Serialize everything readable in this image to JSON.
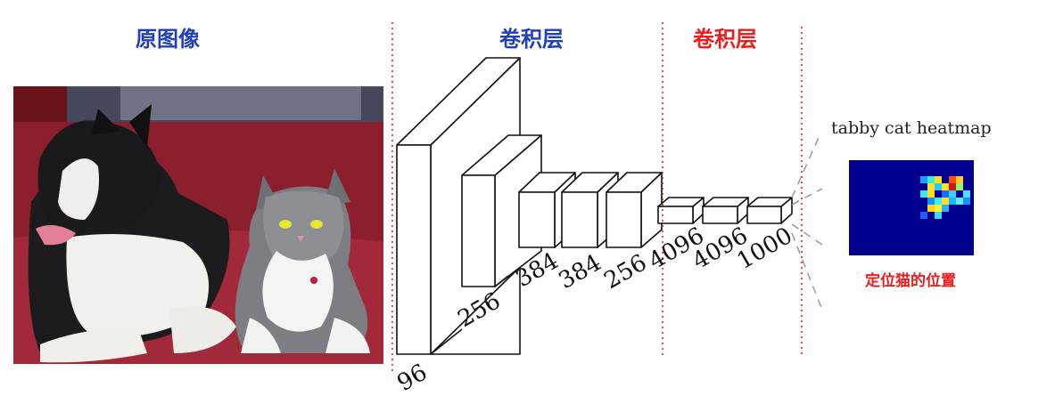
{
  "labels": {
    "original_image": "原图像",
    "conv_layers_1": "卷积层",
    "conv_layers_2": "卷积层",
    "heatmap_title": "tabby cat heatmap",
    "heatmap_caption": "定位猫的位置"
  },
  "layer_dims": [
    "96",
    "256",
    "384",
    "384",
    "256",
    "4096",
    "4096",
    "1000"
  ],
  "colors": {
    "blue_label": "#1f3fbf",
    "red_label": "#ee1c1c",
    "divider": "#dd2222",
    "heatmap_bg": "#00008f"
  },
  "photo": {
    "subject": "dog and tabby cat on red couch"
  }
}
